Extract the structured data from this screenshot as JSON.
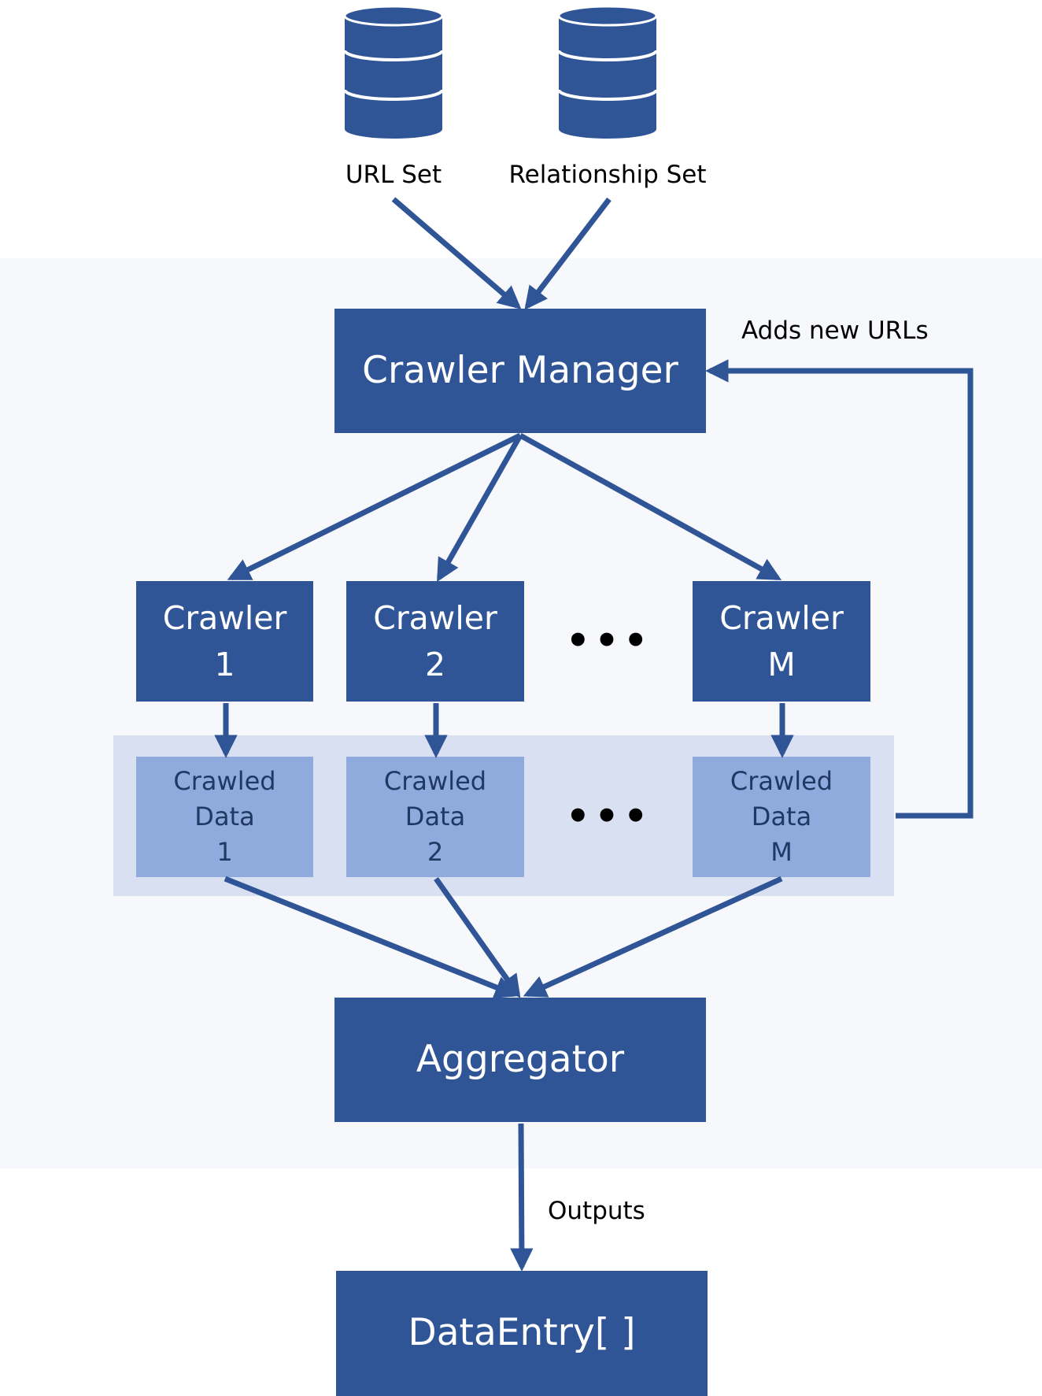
{
  "sources": [
    {
      "label": "URL Set",
      "icon": "database-icon"
    },
    {
      "label": "Relationship Set",
      "icon": "database-icon"
    }
  ],
  "manager": {
    "label": "Crawler Manager"
  },
  "feedback_label": "Adds new URLs",
  "crawlers": [
    {
      "line1": "Crawler",
      "line2": "1"
    },
    {
      "line1": "Crawler",
      "line2": "2"
    },
    {
      "line1": "Crawler",
      "line2": "M"
    }
  ],
  "crawled_data": [
    {
      "line1": "Crawled",
      "line2": "Data",
      "line3": "1"
    },
    {
      "line1": "Crawled",
      "line2": "Data",
      "line3": "2"
    },
    {
      "line1": "Crawled",
      "line2": "Data",
      "line3": "M"
    }
  ],
  "ellipsis": "•••",
  "aggregator": {
    "label": "Aggregator"
  },
  "output_label": "Outputs",
  "result": {
    "label": "DataEntry[ ]"
  },
  "colors": {
    "box": "#2f5597",
    "data_box": "#8faadc",
    "band": "#d9e0f1",
    "arrow": "#2f5597"
  }
}
